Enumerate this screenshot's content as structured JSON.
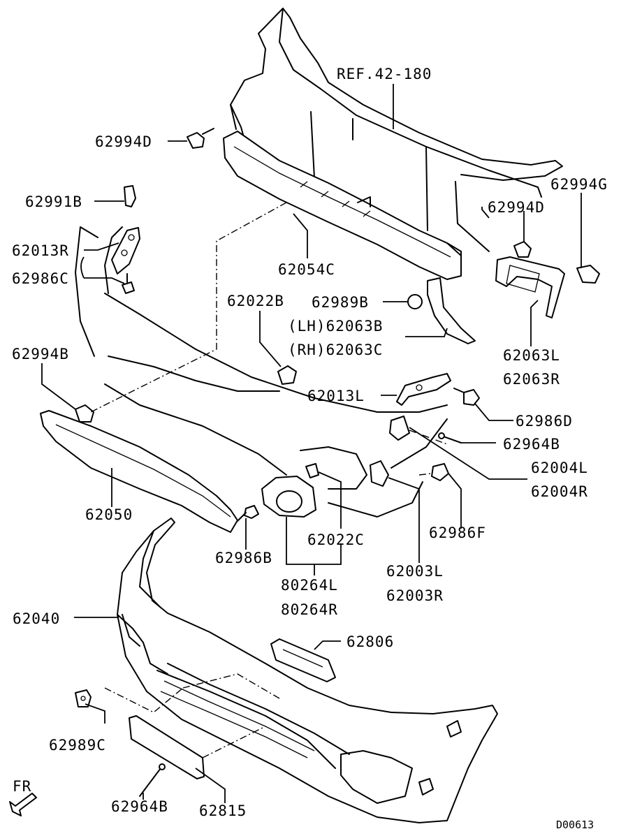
{
  "labels": {
    "ref": "REF.42-180",
    "p62994D_a": "62994D",
    "p62994G": "62994G",
    "p62994D_b": "62994D",
    "p62991B": "62991B",
    "p62013R": "62013R",
    "p62986C": "62986C",
    "p62054C": "62054C",
    "p62022B": "62022B",
    "p62989B": "62989B",
    "p62063B": "(LH)62063B",
    "p62063C": "(RH)62063C",
    "p62063L": "62063L",
    "p62063R": "62063R",
    "p62994B": "62994B",
    "p62013L": "62013L",
    "p62986D": "62986D",
    "p62964B_a": "62964B",
    "p62004L": "62004L",
    "p62004R": "62004R",
    "p62986F": "62986F",
    "p62050": "62050",
    "p62022C": "62022C",
    "p62986B": "62986B",
    "p80264L": "80264L",
    "p80264R": "80264R",
    "p62003L": "62003L",
    "p62003R": "62003R",
    "p62040": "62040",
    "p62806": "62806",
    "p62989C": "62989C",
    "p62964B_b": "62964B",
    "p62815": "62815",
    "fr": "FR",
    "code": "D00613"
  }
}
